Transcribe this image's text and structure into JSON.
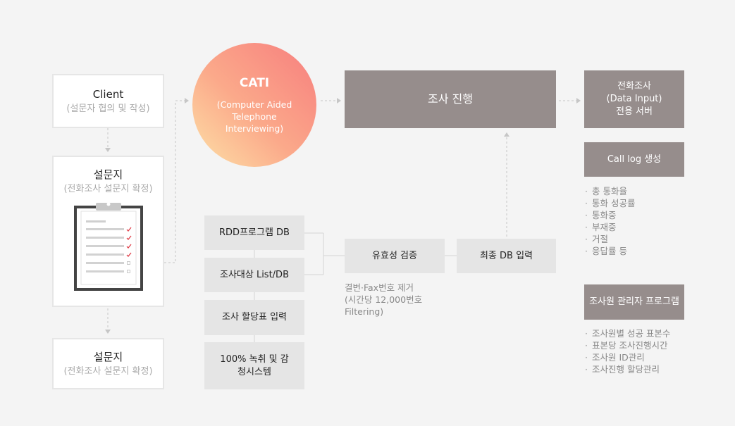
{
  "client": {
    "title": "Client",
    "subtitle": "(설문자 협의 및 작성)"
  },
  "questionnaire1": {
    "title": "설문지",
    "subtitle": "(전화조사 설문지 확정)"
  },
  "questionnaire2": {
    "title": "설문지",
    "subtitle": "(전화조사 설문지 확정)"
  },
  "cati": {
    "title": "CATI",
    "subtitle": "(Computer Aided Telephone Interviewing)"
  },
  "survey_progress": "조사 진행",
  "server": {
    "line1": "전화조사",
    "line2": "(Data Input)",
    "line3": "전용 서버"
  },
  "call_log": {
    "title": "Call log 생성",
    "items": [
      "총 통화율",
      "통화 성공률",
      "통화중",
      "부재중",
      "거절",
      "응답률 등"
    ]
  },
  "manager": {
    "title": "조사원 관리자 프로그램",
    "items": [
      "조사원별 성공 표본수",
      "표본당 조사진행시간",
      "조사원 ID관리",
      "조사진행 할당관리"
    ]
  },
  "programs": [
    "RDD프로그램 DB",
    "조사대상 List/DB",
    "조사 할당표 입력",
    "100% 녹취 및 감청시스템"
  ],
  "validation": {
    "title": "유효성 검증",
    "note": [
      "결번·Fax번호 제거",
      "(시간당 12,000번호",
      "Filtering)"
    ]
  },
  "final_db": "최종 DB 입력",
  "colors": {
    "dark_box": "#968d8c",
    "light_box": "#e5e5e5",
    "check": "#e0404a"
  }
}
